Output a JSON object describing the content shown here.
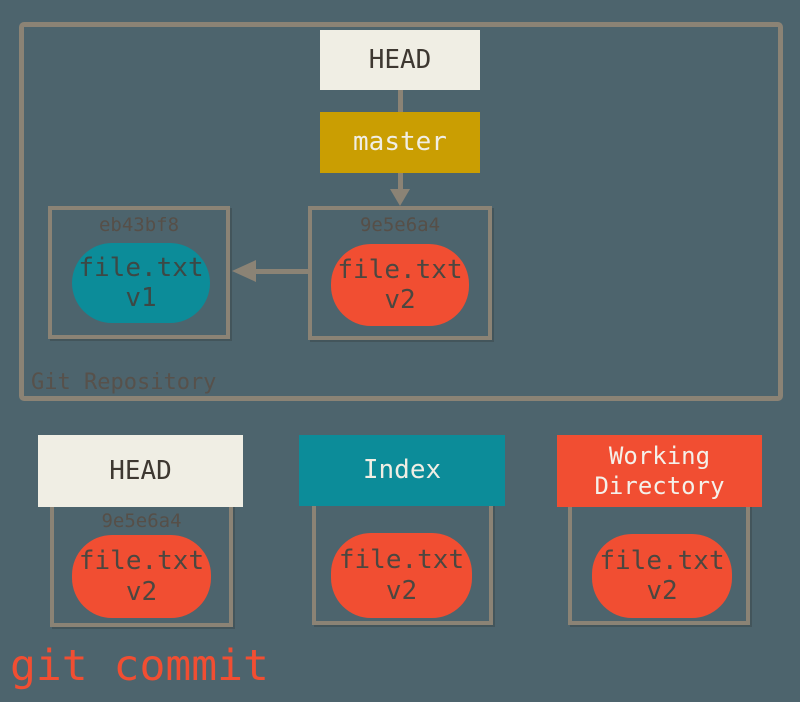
{
  "command": "git commit",
  "repo": {
    "label": "Git Repository",
    "head_label": "HEAD",
    "branch_label": "master",
    "commits": [
      {
        "hash": "eb43bf8",
        "blob": {
          "file": "file.txt",
          "version": "v1"
        }
      },
      {
        "hash": "9e5e6a4",
        "blob": {
          "file": "file.txt",
          "version": "v2"
        }
      }
    ]
  },
  "areas": [
    {
      "title": "HEAD",
      "hash": "9e5e6a4",
      "blob": {
        "file": "file.txt",
        "version": "v2"
      }
    },
    {
      "title": "Index",
      "blob": {
        "file": "file.txt",
        "version": "v2"
      }
    },
    {
      "title": "Working Directory",
      "blob": {
        "file": "file.txt",
        "version": "v2"
      }
    }
  ],
  "colors": {
    "background": "#4D646D",
    "outline": "#8B8375",
    "cream": "#F0EEE4",
    "gold": "#CA9E02",
    "teal": "#0C8C99",
    "red": "#F14E32",
    "dark_text": "#3E3831",
    "muted_text": "#57514B"
  }
}
